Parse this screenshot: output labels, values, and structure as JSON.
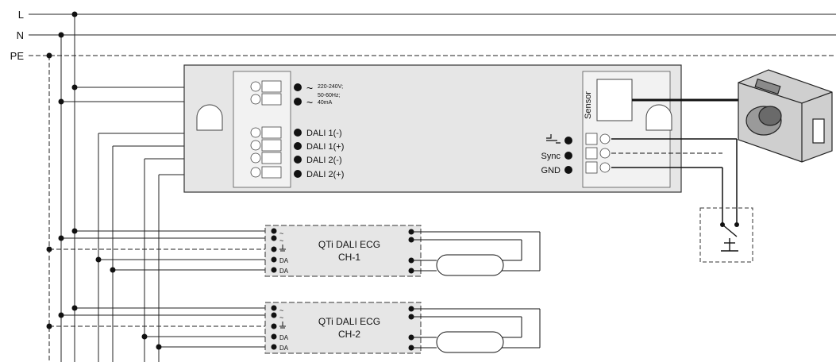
{
  "lines": {
    "l": "L",
    "n": "N",
    "pe": "PE"
  },
  "controller": {
    "power_spec_1": "220-240V;",
    "power_spec_2": "50-60Hz;",
    "power_spec_3": "40mA",
    "dali1_minus": "DALI 1(-)",
    "dali1_plus": "DALI 1(+)",
    "dali2_minus": "DALI 2(-)",
    "dali2_plus": "DALI 2(+)",
    "sensor_label": "Sensor",
    "sync_label": "Sync",
    "gnd_label": "GND"
  },
  "ecg1": {
    "title": "QTi DALI ECG",
    "channel": "CH-1",
    "da1": "DA",
    "da2": "DA"
  },
  "ecg2": {
    "title": "QTi DALI ECG",
    "channel": "CH-2",
    "da1": "DA",
    "da2": "DA"
  },
  "symbols": {
    "tilde": "~"
  }
}
